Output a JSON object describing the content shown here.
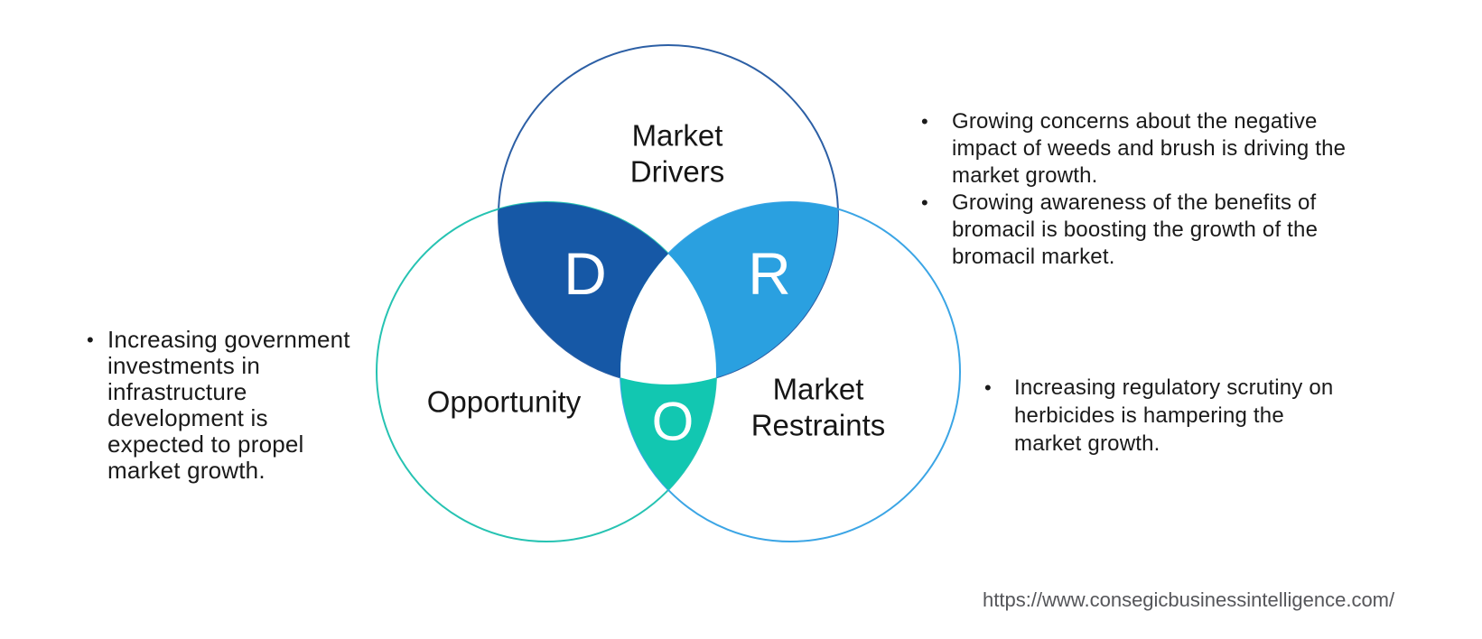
{
  "venn": {
    "colors": {
      "drivers_outline": "#2C5FA5",
      "opportunity_outline": "#26C3B2",
      "restraints_outline": "#3BA5E5",
      "drivers_lens_fill": "#1658A6",
      "restraints_lens_fill": "#2AA0E0",
      "opportunity_lens_fill": "#12C7B1",
      "center_fill": "#FFFFFF",
      "letter_color": "#FFFFFF"
    },
    "drivers": {
      "label_line1": "Market",
      "label_line2": "Drivers",
      "letter": "D"
    },
    "opportunity": {
      "label_line1": "Opportunity",
      "letter": "O"
    },
    "restraints": {
      "label_line1": "Market",
      "label_line2": "Restraints",
      "letter": "R"
    }
  },
  "left_panel": {
    "bullet": "•",
    "lines": [
      "Increasing government",
      "investments in",
      "infrastructure",
      "development is",
      "expected to propel",
      "market growth."
    ]
  },
  "right_top_panel": {
    "bullets": [
      {
        "bullet": "•",
        "lines": [
          "Growing concerns about the negative",
          "impact of weeds and brush is driving the",
          "market growth."
        ]
      },
      {
        "bullet": "•",
        "lines": [
          "Growing awareness of the benefits of",
          "bromacil is boosting the growth of the",
          "bromacil market."
        ]
      }
    ]
  },
  "right_bottom_panel": {
    "bullet": "•",
    "lines": [
      "Increasing regulatory scrutiny on",
      "herbicides is hampering the",
      "market growth."
    ]
  },
  "footer": {
    "url": "https://www.consegicbusinessintelligence.com/"
  }
}
